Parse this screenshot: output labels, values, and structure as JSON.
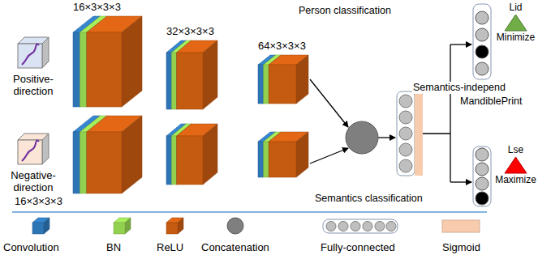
{
  "diagram": {
    "nodes": [
      {
        "text": [
          "Positive- direction"
        ]
      },
      {
        "text": [
          "16×3×3×3"
        ]
      },
      {
        "text": [
          "32×3×3×3"
        ]
      },
      {
        "text": [
          "64×3×3×3"
        ]
      },
      {
        "text": [
          "Negative- direction"
        ]
      },
      {
        "text": [
          "16×3×3×3"
        ]
      },
      {
        "text": [
          "Person classification"
        ]
      },
      {
        "text": [
          "Lid",
          "Minimize"
        ]
      },
      {
        "text": [
          "Semantics classification"
        ]
      },
      {
        "text": [
          "Lse",
          "Maximize"
        ]
      }
    ],
    "labels": [
      "Semantics-independ",
      "MandiblePrint"
    ],
    "legend": [
      {
        "text": "Convolution",
        "color": "#2e75b6"
      },
      {
        "text": "BN",
        "color": "#92d050"
      },
      {
        "text": "ReLU",
        "color": "#c55a11"
      },
      {
        "text": "Concatenation"
      },
      {
        "text": "Fully-connected"
      },
      {
        "text": "Sigmoid",
        "color": "#f8cbad"
      }
    ]
  }
}
